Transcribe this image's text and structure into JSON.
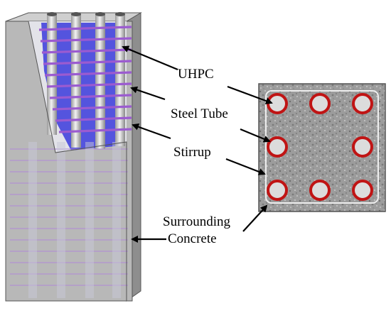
{
  "labels": {
    "uhpc": "UHPC",
    "steel_tube": "Steel Tube",
    "stirrup": "Stirrup",
    "surrounding_line1": "Surrounding",
    "surrounding_line2": "Concrete"
  },
  "colors": {
    "concrete_face_front": "#b6b6b6",
    "concrete_face_side": "#8c8c8c",
    "uhpc_core": "#4848e0",
    "steel_tube": "#d2d2d2",
    "stirrup": "#9b5bd0",
    "section_ring": "#c81414",
    "section_concrete": "#9a9a9a",
    "arrow": "#000000"
  },
  "icons": {
    "column_3d": "rc-column-with-steel-tubes-icon",
    "cross_section": "square-section-8-tubes-icon"
  }
}
